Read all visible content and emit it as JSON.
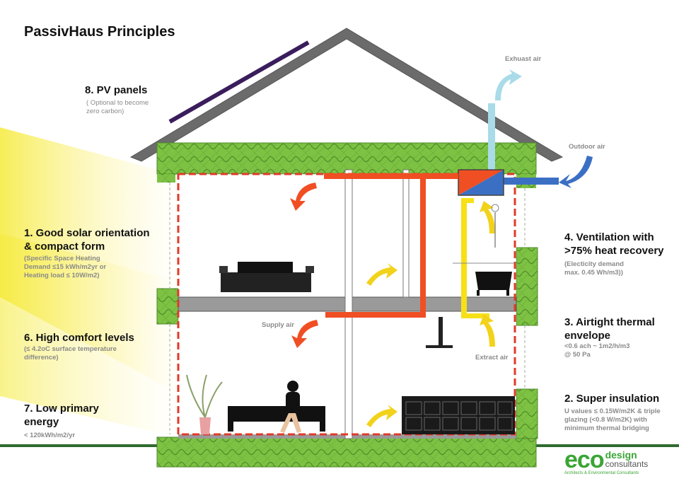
{
  "title": "PassivHaus Principles",
  "principles": {
    "p1": {
      "heading": "1. Good solar orientation\n& compact form",
      "detail": "(Specific Space Heating\nDemand ≤15 kWh/m2yr  or\nHeating load      ≤ 10W/m2)"
    },
    "p2": {
      "heading": "2. Super insulation",
      "detail": "U values ≤ 0.15W/m2K & triple\nglazing (<0.8 W/m2K) with\nminimum thermal bridging"
    },
    "p3": {
      "heading": "3. Airtight thermal\nenvelope",
      "detail": "<0.6 ach ~ 1m2/h/m3\n@ 50 Pa"
    },
    "p4": {
      "heading": "4. Ventilation with\n>75%  heat recovery",
      "detail": "(Electicity demand\nmax. 0.45 Wh/m3))"
    },
    "p6": {
      "heading": "6. High comfort levels",
      "detail": "(≤ 4.2oC surface temperature\ndifference)"
    },
    "p7": {
      "heading": "7. Low primary\nenergy",
      "detail": "< 120kWh/m2/yr"
    },
    "p8": {
      "heading": "8. PV panels",
      "detail": "( Optional to become\nzero carbon)"
    }
  },
  "airflow": {
    "exhaust": "Exhuast air",
    "outdoor": "Outdoor air",
    "supply": "Supply air",
    "extract": "Extract air"
  },
  "logo": {
    "eco": "eco",
    "design": "design",
    "consultants": "consultants",
    "tagline": "Architects & Environmental Consultants"
  },
  "colors": {
    "insulation": "#7dc242",
    "airtight": "#e03a2a",
    "supply_duct": "#f04e23",
    "extract_duct": "#f7e017",
    "exhaust_duct": "#a9dbe8",
    "roof": "#6b6b6b",
    "pv": "#3a1d5c",
    "brand_green": "#3aa535"
  }
}
